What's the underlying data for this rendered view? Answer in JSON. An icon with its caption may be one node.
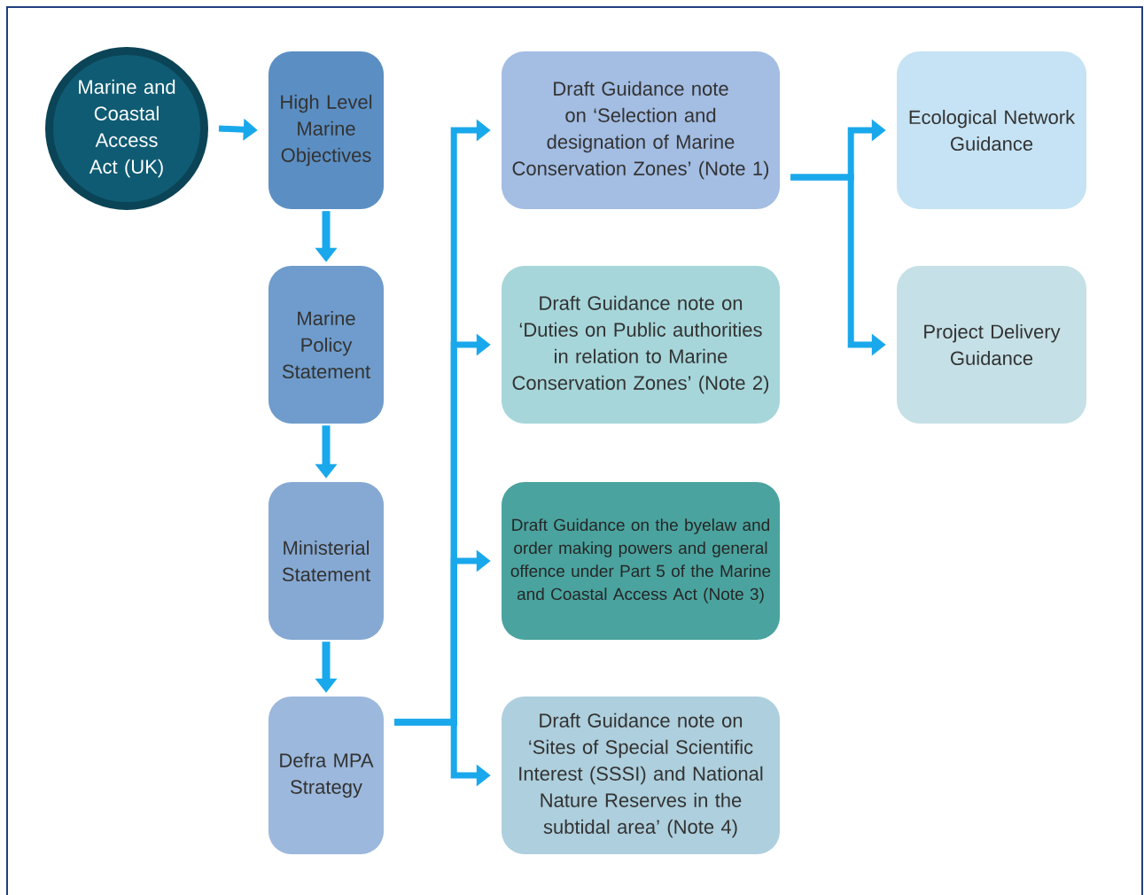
{
  "diagram": {
    "nodes": [
      {
        "text": [
          "Marine and Coastal Access Act (UK)"
        ]
      },
      {
        "text": [
          "High Level Marine Objectives"
        ]
      },
      {
        "text": [
          "Marine Policy Statement"
        ]
      },
      {
        "text": [
          "Ministerial Statement"
        ]
      },
      {
        "text": [
          "Defra MPA Strategy"
        ]
      },
      {
        "text": [
          "Draft Guidance note on ‘Selection and designation of Marine Conservation Zones’ (Note 1)"
        ]
      },
      {
        "text": [
          "Draft Guidance note on ‘Duties on Public authorities in relation to Marine Conservation Zones’ (Note 2)"
        ]
      },
      {
        "text": [
          "Draft Guidance on the byelaw and order making powers and general offence under Part 5 of the Marine and Coastal Access Act (Note 3)"
        ]
      },
      {
        "text": [
          "Draft Guidance note on ‘Sites of Special Scientific Interest (SSSI) and National Nature Reserves in the subtidal area’ (Note 4)"
        ]
      },
      {
        "text": [
          "Ecological Network Guidance"
        ]
      },
      {
        "text": [
          "Project Delivery Guidance"
        ]
      }
    ],
    "edges": [
      {
        "from": 0,
        "to": 1,
        "arrow": "to"
      },
      {
        "from": 1,
        "to": 2,
        "arrow": "to"
      },
      {
        "from": 2,
        "to": 3,
        "arrow": "to"
      },
      {
        "from": 3,
        "to": 4,
        "arrow": "to"
      },
      {
        "from": 4,
        "to": 5,
        "arrow": "to"
      },
      {
        "from": 4,
        "to": 6,
        "arrow": "to"
      },
      {
        "from": 4,
        "to": 7,
        "arrow": "to"
      },
      {
        "from": 4,
        "to": 8,
        "arrow": "to"
      },
      {
        "from": 5,
        "to": 9,
        "arrow": "to"
      },
      {
        "from": 5,
        "to": 10,
        "arrow": "to"
      }
    ]
  }
}
